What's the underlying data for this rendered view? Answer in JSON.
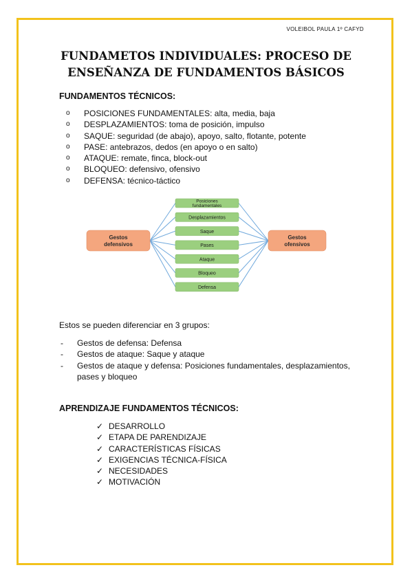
{
  "header": {
    "label": "VOLEIBOL PAULA 1º CAFYD"
  },
  "title": {
    "line1": "FUNDAMETOS INDIVIDUALES: PROCESO DE",
    "line2": "ENSEÑANZA DE FUNDAMENTOS BÁSICOS"
  },
  "section1": {
    "heading": "FUNDAMENTOS TÉCNICOS:",
    "bullet": "o",
    "items": [
      "POSICIONES FUNDAMENTALES: alta, media, baja",
      "DESPLAZAMIENTOS: toma de posición, impulso",
      "SAQUE: seguridad (de abajo), apoyo, salto, flotante, potente",
      "PASE: antebrazos, dedos (en apoyo o en salto)",
      "ATAQUE: remate, finca, block-out",
      "BLOQUEO: defensivo, ofensivo",
      "DEFENSA: técnico-táctico"
    ]
  },
  "diagram": {
    "left": {
      "line1": "Gestos",
      "line2": "defensivos"
    },
    "right": {
      "line1": "Gestos",
      "line2": "ofensivos"
    },
    "center": [
      {
        "line1": "Posiciones",
        "line2": "fundamentales"
      },
      {
        "line1": "Desplazamientos",
        "line2": ""
      },
      {
        "line1": "Saque",
        "line2": ""
      },
      {
        "line1": "Pases",
        "line2": ""
      },
      {
        "line1": "Ataque",
        "line2": ""
      },
      {
        "line1": "Bloqueo",
        "line2": ""
      },
      {
        "line1": "Defensa",
        "line2": ""
      }
    ],
    "colors": {
      "green": "#9bcf7f",
      "orange": "#f4a67e",
      "line": "#6fa8dc"
    }
  },
  "groups": {
    "intro": "Estos se pueden diferenciar en 3 grupos:",
    "bullet": "-",
    "items": [
      "Gestos de defensa: Defensa",
      "Gestos de ataque: Saque y ataque",
      "Gestos de ataque y defensa: Posiciones fundamentales, desplazamientos,",
      "pases y bloqueo"
    ]
  },
  "section2": {
    "heading": "APRENDIZAJE FUNDAMENTOS TÉCNICOS:",
    "bullet": "✓",
    "items": [
      "DESARROLLO",
      "ETAPA DE PARENDIZAJE",
      "CARACTERÍSTICAS FÍSICAS",
      "EXIGENCIAS TÉCNICA-FÍSICA",
      "NECESIDADES",
      "MOTIVACIÓN"
    ]
  },
  "accent": "#f2c21b"
}
